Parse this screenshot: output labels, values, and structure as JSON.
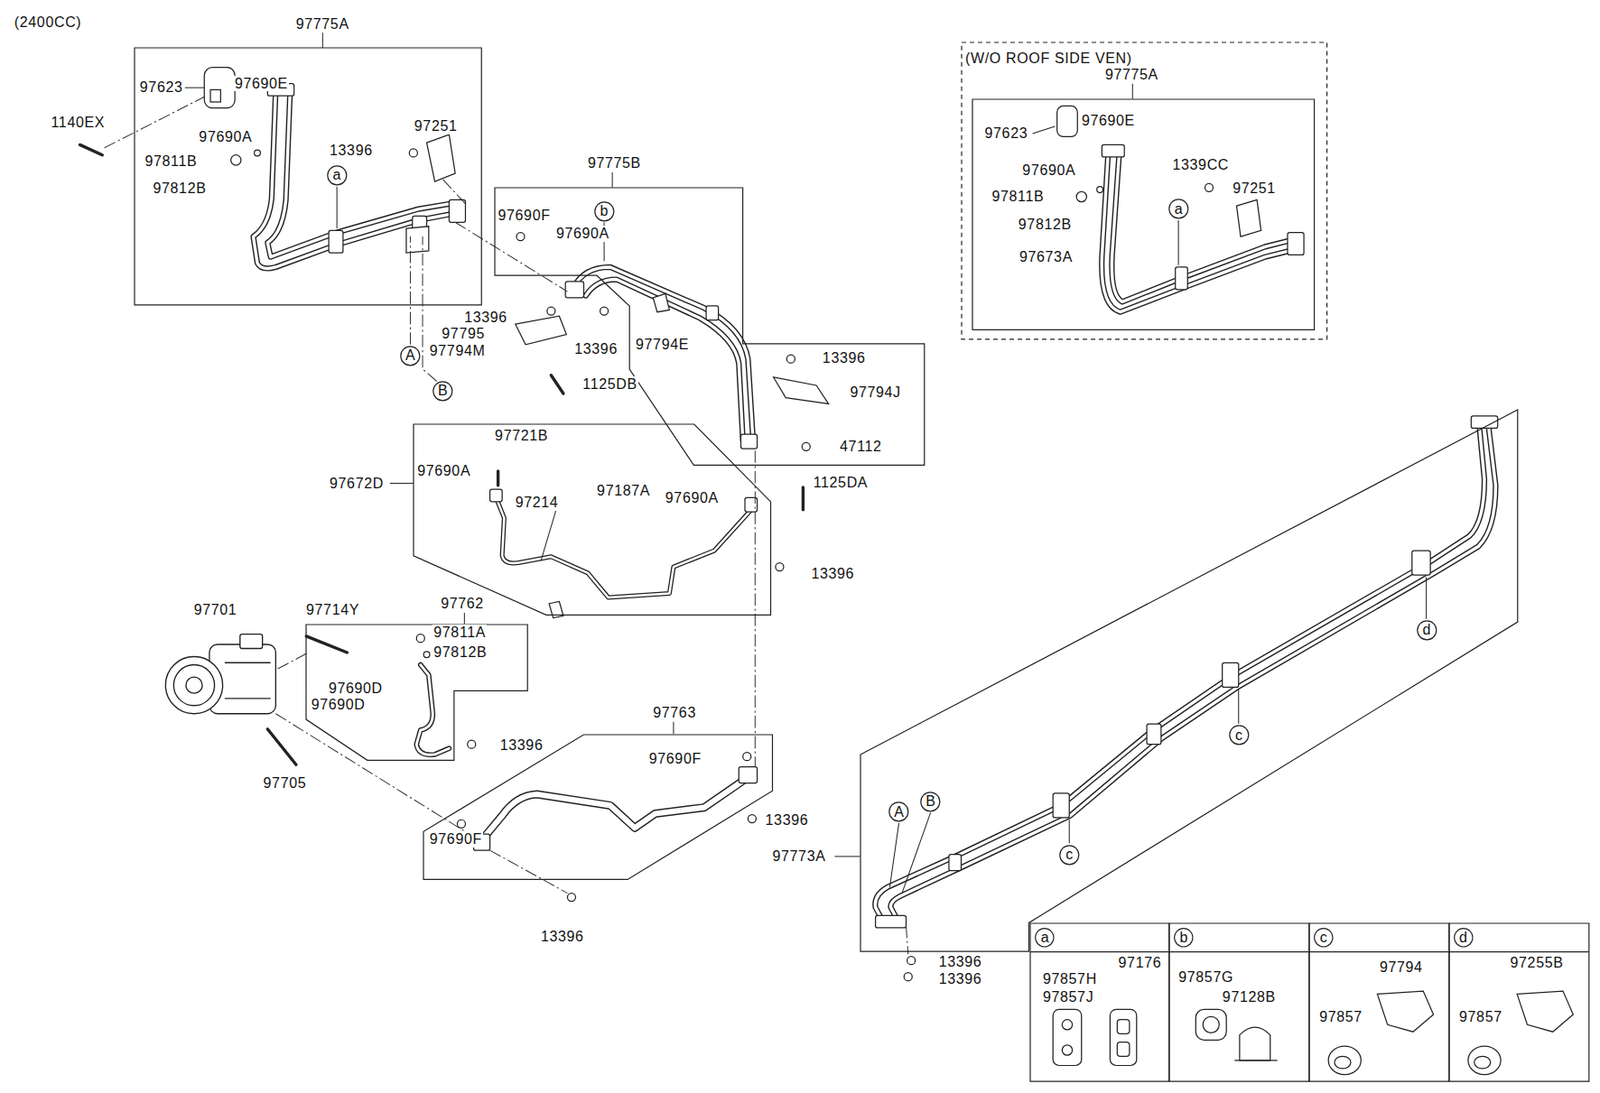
{
  "diagram": {
    "title": "(2400CC)",
    "nodes": [
      {
        "text": [
          "97775A"
        ]
      },
      {
        "text": [
          "a"
        ],
        "in": 0
      },
      {
        "text": [
          "97775B"
        ]
      },
      {
        "text": [
          "b"
        ],
        "in": 2
      },
      {
        "text": [
          "A"
        ]
      },
      {
        "text": [
          "B"
        ]
      },
      {
        "text": [
          "97672D"
        ]
      },
      {
        "text": [
          "97762"
        ]
      },
      {
        "text": [
          "97763"
        ]
      },
      {
        "text": [
          "97773A"
        ]
      },
      {
        "text": [
          "A"
        ],
        "in": 9
      },
      {
        "text": [
          "B"
        ],
        "in": 9
      },
      {
        "text": [
          "c"
        ],
        "in": 9
      },
      {
        "text": [
          "c"
        ],
        "in": 9
      },
      {
        "text": [
          "d"
        ],
        "in": 9
      },
      {
        "text": [
          "(W/O ROOF SIDE VEN)"
        ]
      },
      {
        "text": [
          "97775A"
        ],
        "in": 15
      },
      {
        "text": [
          "a"
        ],
        "in": 16
      },
      {
        "text": [
          "a",
          "97176",
          "97857H",
          "97857J"
        ]
      },
      {
        "text": [
          "b",
          "97857G",
          "97128B"
        ]
      },
      {
        "text": [
          "c",
          "97794",
          "97857"
        ]
      },
      {
        "text": [
          "d",
          "97255B",
          "97857"
        ]
      }
    ],
    "labels": [
      "1140EX",
      "97623",
      "97690E",
      "97690A",
      "97811B",
      "97812B",
      "13396",
      "97251",
      "97690F",
      "97690A",
      "13396",
      "97795",
      "97794M",
      "13396",
      "97794E",
      "13396",
      "1125DB",
      "97794J",
      "47112",
      "1125DA",
      "97721B",
      "97690A",
      "97214",
      "97187A",
      "97690A",
      "13396",
      "97701",
      "97714Y",
      "97811A",
      "97812B",
      "97690D",
      "97690D",
      "13396",
      "97705",
      "97690F",
      "13396",
      "97690F",
      "13396",
      "13396",
      "13396",
      "97623",
      "97690E",
      "97690A",
      "1339CC",
      "97811B",
      "97251",
      "97812B",
      "97673A"
    ]
  }
}
